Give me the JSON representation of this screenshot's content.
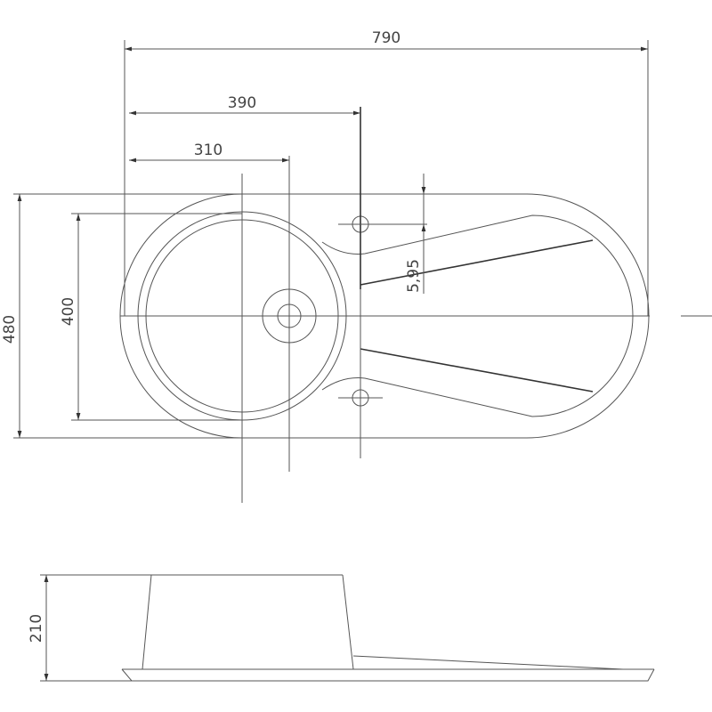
{
  "drawing": {
    "dimensions": {
      "total_width": "790",
      "faucet_offset": "390",
      "drain_offset": "310",
      "total_depth": "480",
      "bowl_diameter": "400",
      "faucet_spacing": "5,95",
      "height": "210"
    },
    "line_color": "#555555"
  }
}
